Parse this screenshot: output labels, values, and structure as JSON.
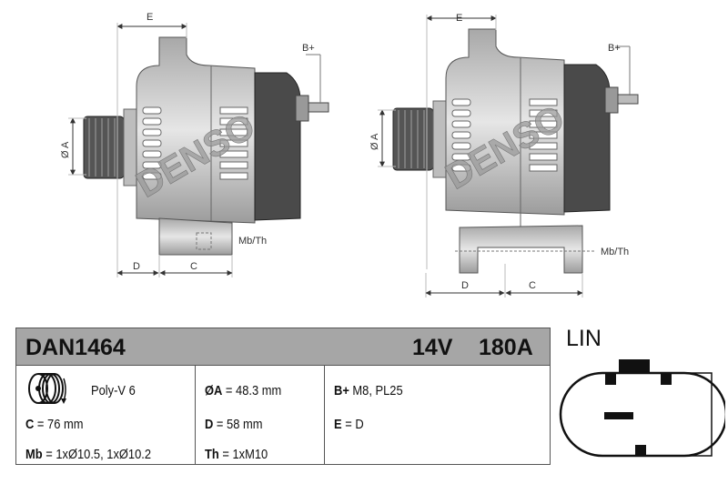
{
  "drawings": {
    "watermark": "DENSO",
    "labels": {
      "e": "E",
      "d": "D",
      "c": "C",
      "a": "Ø A",
      "b_plus": "B+",
      "mb_th": "Mb/Th"
    }
  },
  "spec": {
    "model": "DAN1464",
    "voltage": "14V",
    "amperage": "180A",
    "pulley": "Poly-V 6",
    "c_key": "C",
    "c_val": " = 76 mm",
    "mb_key": "Mb",
    "mb_val": " = 1xØ10.5, 1xØ10.2",
    "a_key": "ØA",
    "a_val": " = 48.3 mm",
    "d_key": "D",
    "d_val": " = 58 mm",
    "th_key": "Th",
    "th_val": " = 1xM10",
    "bplus_key": "B+",
    "bplus_val": " M8, PL25",
    "e_key": "E",
    "e_val": " = D"
  },
  "connector": {
    "label": "LIN"
  },
  "colors": {
    "header": "#a6a6a6",
    "housing": "#c8c8c8",
    "cover": "#4a4a4a"
  }
}
